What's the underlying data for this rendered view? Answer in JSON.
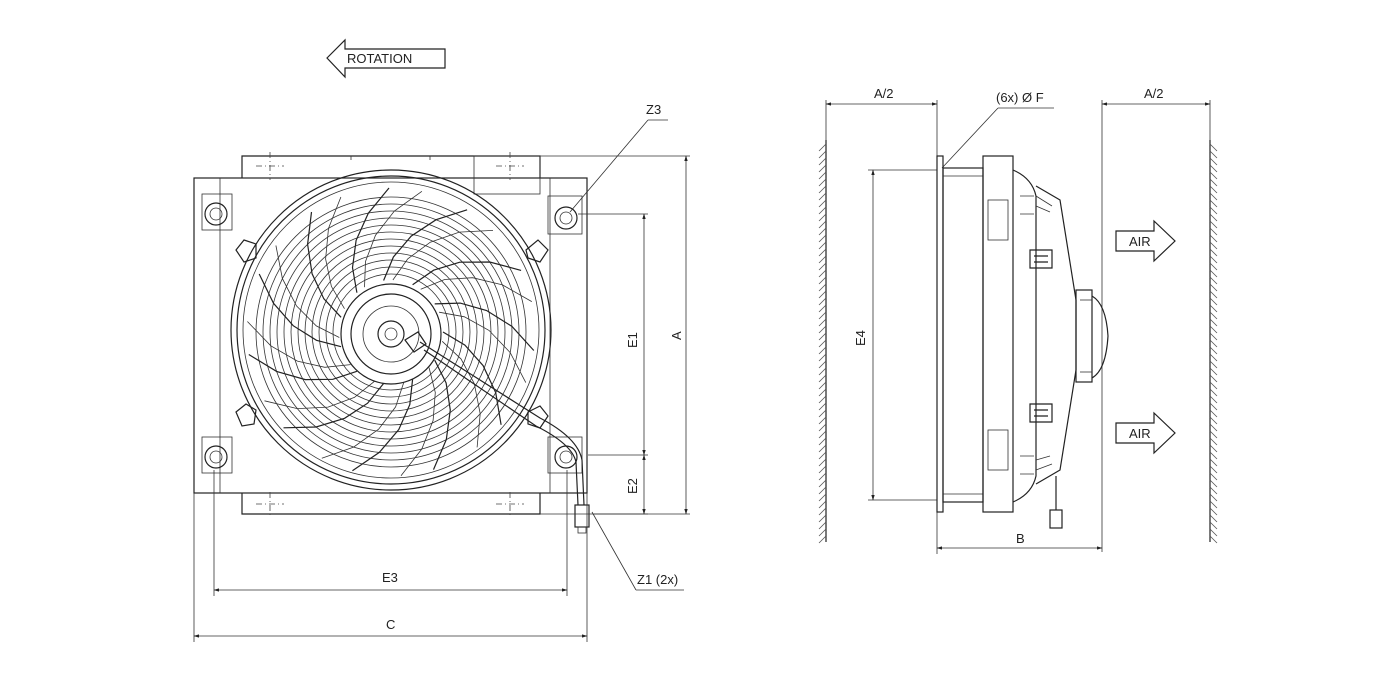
{
  "labels": {
    "rotation": "ROTATION",
    "z3": "Z3",
    "z1": "Z1 (2x)",
    "e1": "E1",
    "e2": "E2",
    "e3": "E3",
    "e4": "E4",
    "a": "A",
    "b": "B",
    "c": "C",
    "half_a_left": "A/2",
    "half_a_right": "A/2",
    "holes": "(6x) Ø F",
    "air_top": "AIR",
    "air_bottom": "AIR"
  },
  "colors": {
    "line": "#222222",
    "background": "#ffffff"
  },
  "fan": {
    "blade_count": 11,
    "guard_rings": 12
  }
}
